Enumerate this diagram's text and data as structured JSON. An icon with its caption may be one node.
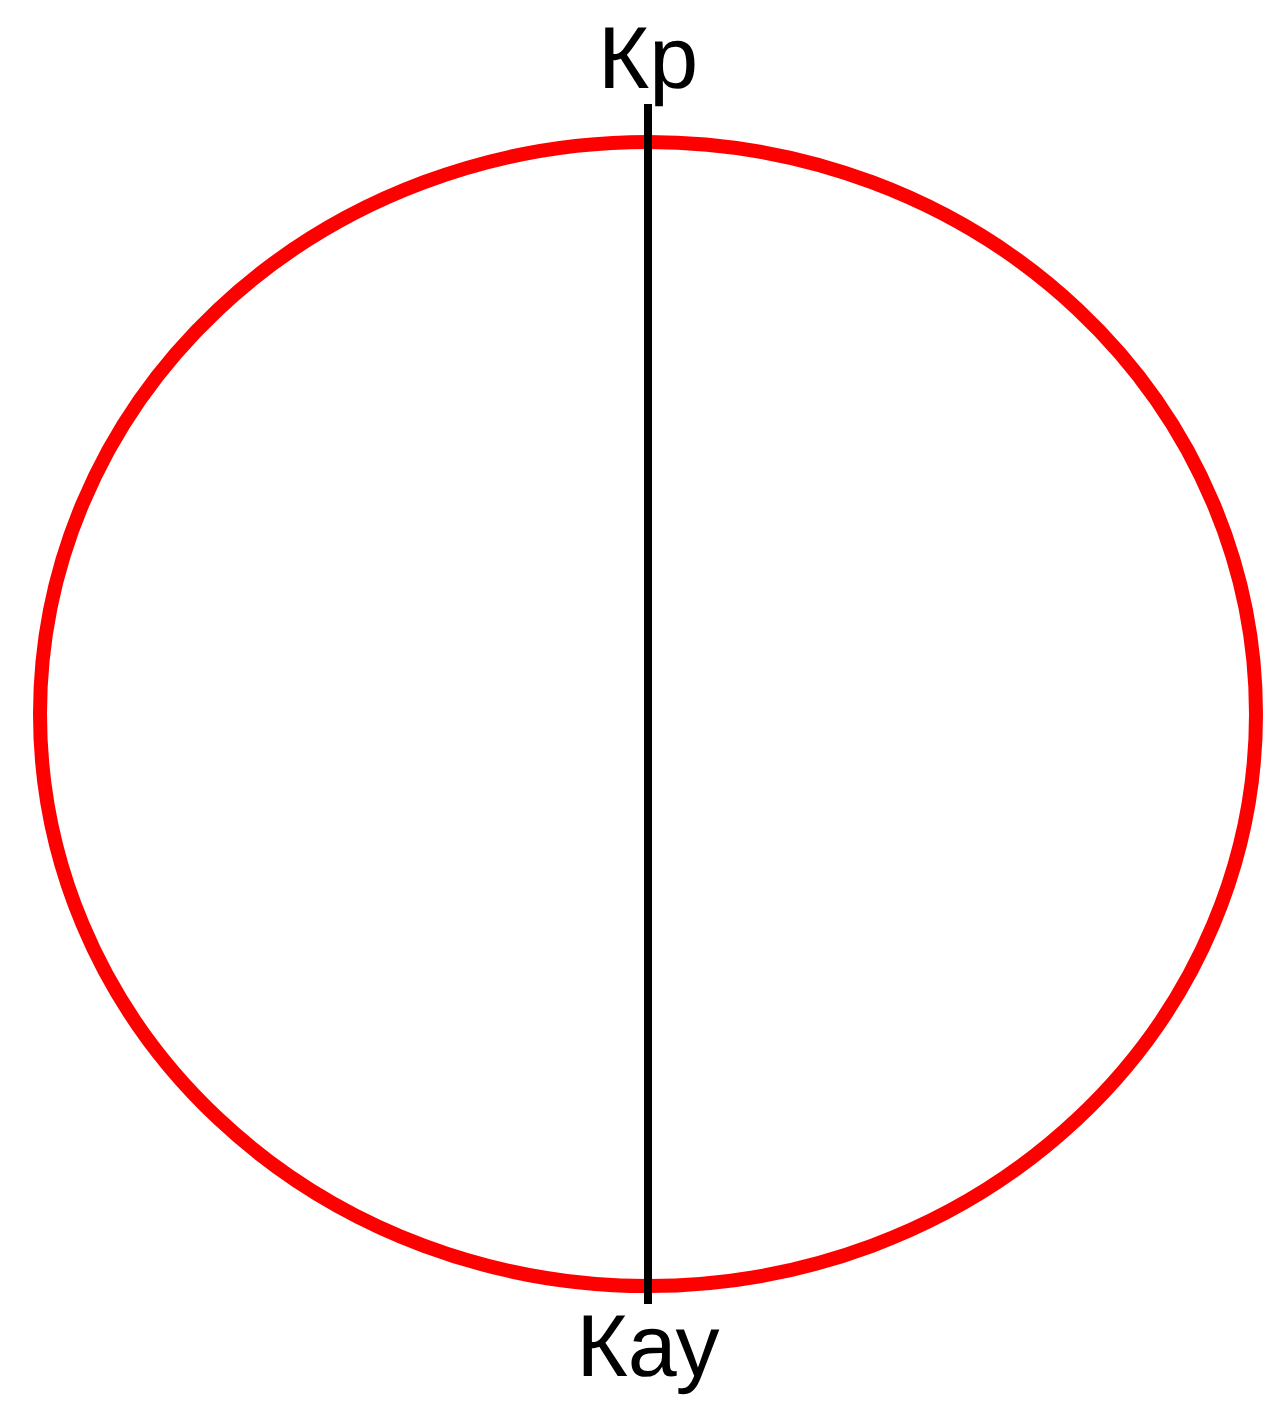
{
  "diagram": {
    "nodes": [
      {
        "text": [
          "Кр"
        ]
      },
      {
        "text": [
          "Кау"
        ]
      }
    ],
    "edges": [
      {
        "from": 0,
        "to": 1,
        "arrow": "none"
      }
    ]
  }
}
